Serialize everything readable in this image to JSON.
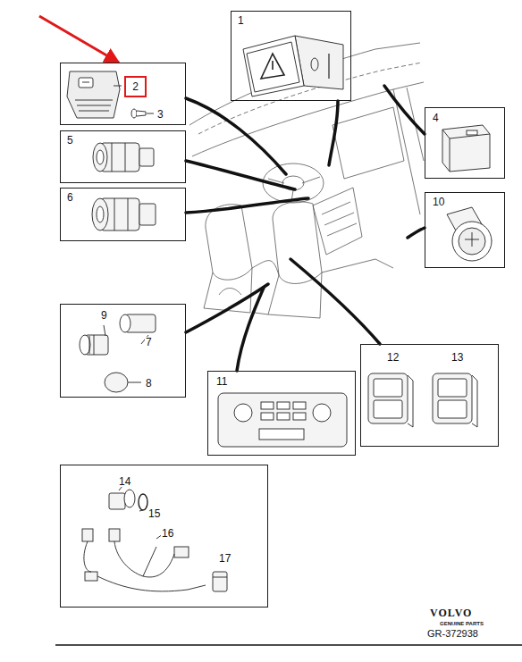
{
  "diagram": {
    "nodes": [
      {
        "text": [
          "1"
        ]
      },
      {
        "text": [
          "3"
        ]
      },
      {
        "text": [
          "2"
        ],
        "in": 1
      },
      {
        "text": [
          "4"
        ]
      },
      {
        "text": [
          "5"
        ]
      },
      {
        "text": [
          "6"
        ]
      },
      {
        "text": [
          "10"
        ]
      },
      {
        "text": [
          "9",
          "7",
          "8"
        ]
      },
      {
        "text": [
          "12",
          "13"
        ]
      },
      {
        "text": [
          "11"
        ]
      },
      {
        "text": [
          "14",
          "15",
          "16",
          "17"
        ]
      }
    ],
    "labels": [
      "VOLVO",
      "GENUINE PARTS",
      "GR-372938"
    ]
  }
}
